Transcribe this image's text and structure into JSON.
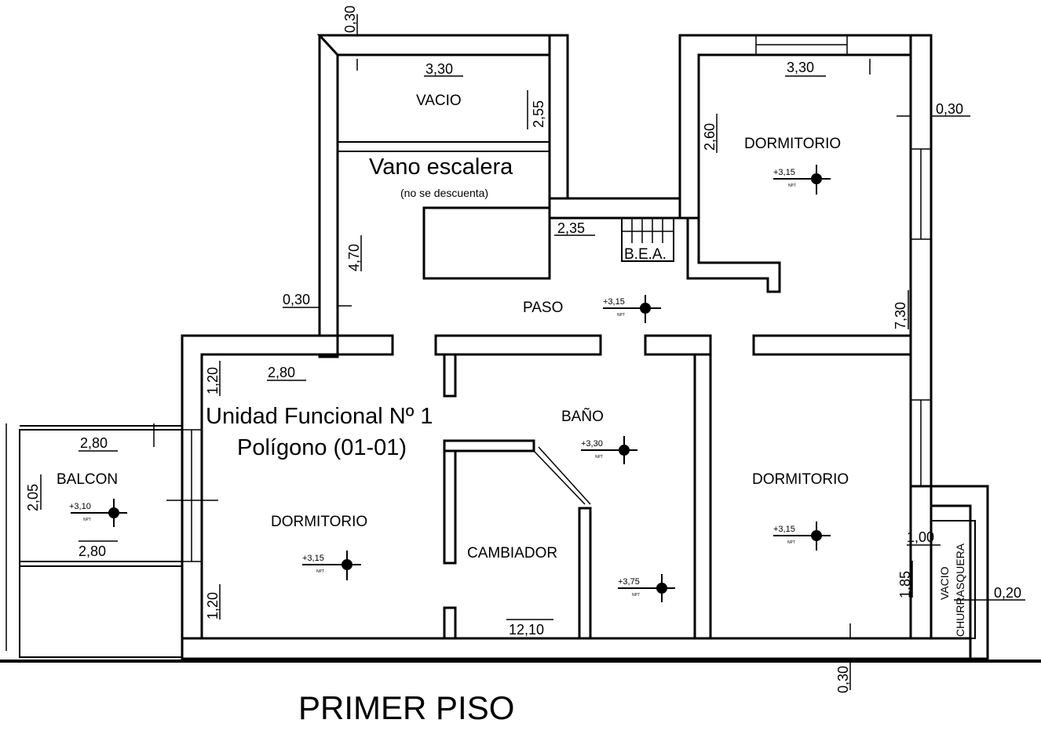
{
  "title": "PRIMER PISO",
  "unit": {
    "line1": "Unidad Funcional Nº 1",
    "line2": "Polígono (01-01)"
  },
  "rooms": {
    "vacio": "VACIO",
    "vano_escalera": "Vano escalera",
    "vano_note": "(no se descuenta)",
    "bea": "B.E.A.",
    "paso": "PASO",
    "dormitorio_ne": "DORMITORIO",
    "dormitorio_se": "DORMITORIO",
    "dormitorio_sw": "DORMITORIO",
    "bano": "BAÑO",
    "cambiador": "CAMBIADOR",
    "balcon": "BALCON",
    "vacio_churrasquera_1": "VACIO",
    "vacio_churrasquera_2": "CHURRASQUERA"
  },
  "dimensions": {
    "wall_top": "0,30",
    "vacio_width": "3,30",
    "vacio_height": "2,55",
    "dorm_ne_width": "3,30",
    "wall_right": "0,30",
    "dorm_ne_height": "2,60",
    "stair_hall": "2,35",
    "left_height": "4,70",
    "wall_left": "0,30",
    "east_height": "7,30",
    "room_width": "2,80",
    "left_upper": "1,20",
    "balcon_width_top": "2,80",
    "balcon_height": "2,05",
    "balcon_width_bottom": "2,80",
    "left_lower": "1,20",
    "total_width": "12,10",
    "churrasquera_width": "1,00",
    "churrasquera_height": "1,85",
    "wall_far_right": "0,20",
    "wall_bottom": "0,30"
  },
  "levels": {
    "dorm_ne": "+3,15",
    "paso": "+3,15",
    "bano": "+3,30",
    "balcon": "+3,10",
    "dorm_sw": "+3,15",
    "dorm_se": "+3,15",
    "cambiador": "+3,75",
    "npt": "NPT"
  }
}
